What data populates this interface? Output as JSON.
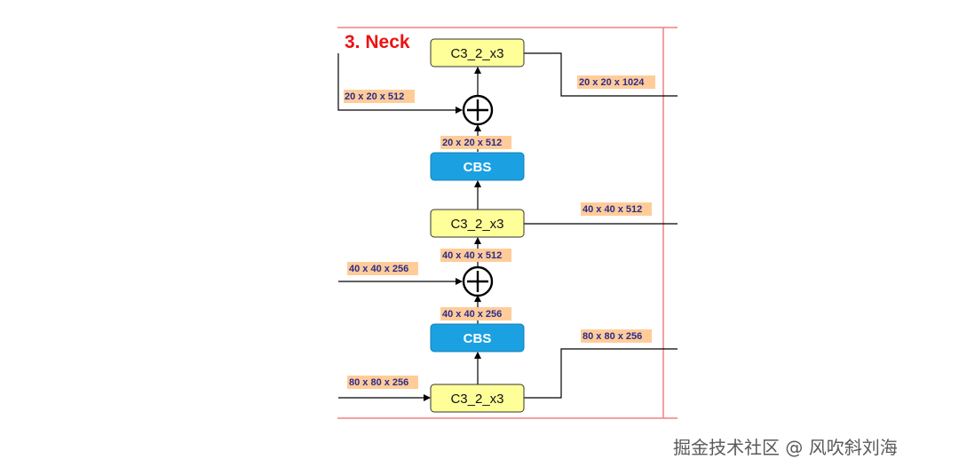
{
  "title": "3. Neck",
  "blocks": {
    "c3_top": "C3_2_x3",
    "cbs_top": "CBS",
    "c3_mid": "C3_2_x3",
    "cbs_bottom": "CBS",
    "c3_bottom": "C3_2_x3"
  },
  "labels": {
    "left_in_top": "20 x 20 x 512",
    "out_top": "20 x 20 x 1024",
    "cbs_top_out": "20 x 20 x 512",
    "out_mid": "40 x 40 x 512",
    "c3_mid_out": "40 x 40 x 512",
    "left_in_mid": "40 x 40 x 256",
    "cbs_bottom_out": "40 x 40 x 256",
    "out_bottom": "80 x 80 x 256",
    "left_in_bottom": "80 x 80 x 256"
  },
  "watermark": "掘金技术社区 @ 风吹斜刘海",
  "colors": {
    "c3_fill": "#ffff99",
    "cbs_fill": "#1ba1e2",
    "label_bg": "#ffcc99",
    "title": "#ee1111",
    "frame": "#f08080"
  }
}
